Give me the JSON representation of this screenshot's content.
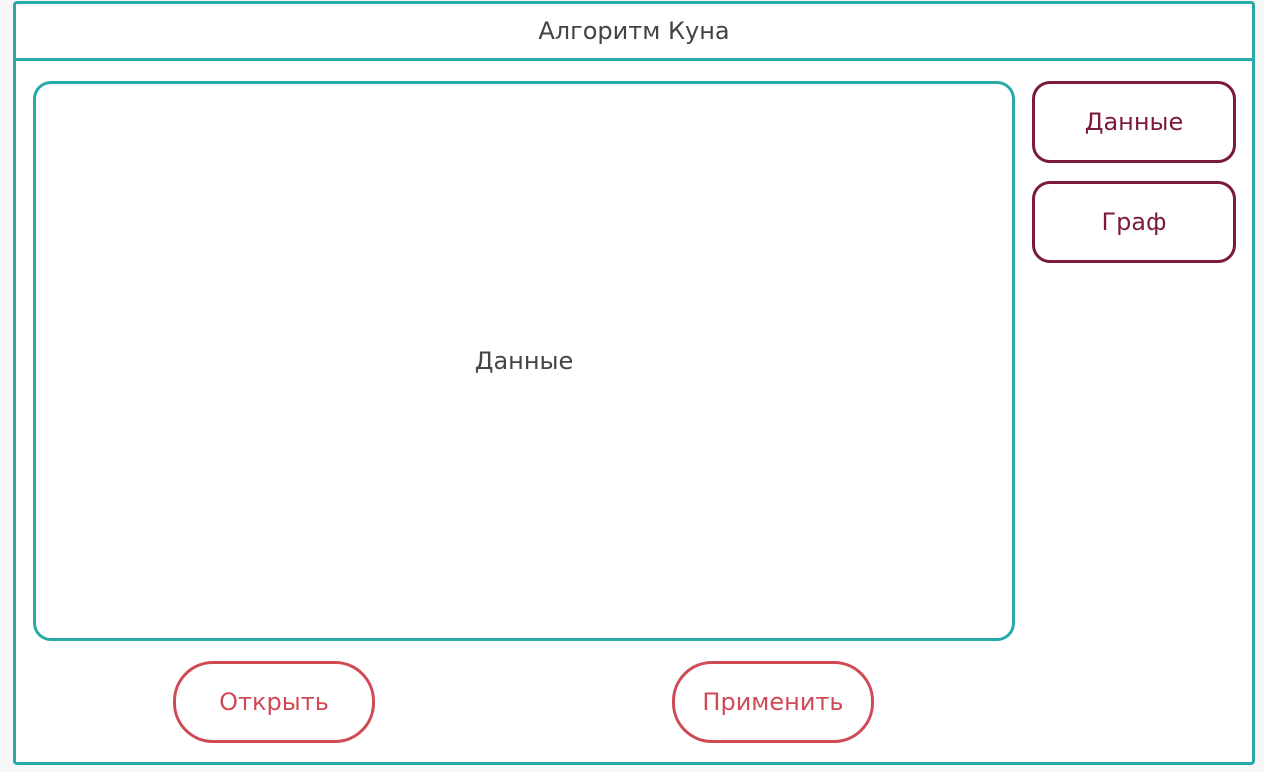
{
  "window": {
    "title": "Алгоритм Куна"
  },
  "main": {
    "panel_label": "Данные"
  },
  "sidebar": {
    "buttons": [
      {
        "label": "Данные"
      },
      {
        "label": "Граф"
      }
    ]
  },
  "actions": {
    "open_label": "Открыть",
    "apply_label": "Применить"
  },
  "colors": {
    "accent_teal": "#2aa9a9",
    "sidebar_button": "#7a1a3e",
    "action_button": "#d04a55",
    "text": "#444444"
  }
}
